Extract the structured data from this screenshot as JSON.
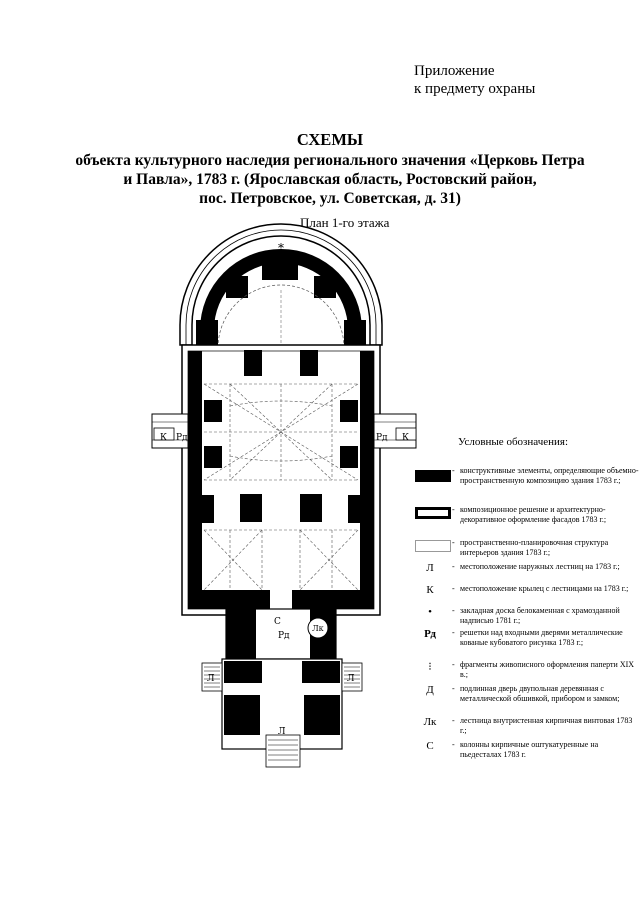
{
  "appendix": {
    "line1": "Приложение",
    "line2": "к предмету охраны"
  },
  "heading": {
    "line1": "СХЕМЫ",
    "line2": "объекта культурного наследия регионального значения «Церковь Петра",
    "line3": "и Павла», 1783 г. (Ярославская область, Ростовский район,",
    "line4": "пос. Петровское, ул. Советская, д. 31)"
  },
  "plan_title": "План 1-го этажа",
  "plan_labels": {
    "K": "К",
    "Rd": "Рд",
    "L": "Л",
    "Lk": "Лк",
    "C": "С",
    "star": "*"
  },
  "legend": {
    "title": "Условные обозначения:",
    "items": [
      {
        "symbol": "",
        "text": "конструктивные элементы, определяющие объемно-пространственную композицию здания 1783 г.;"
      },
      {
        "symbol": "",
        "text": "композиционное решение и архитектурно-декоративное оформление фасадов 1783 г.;"
      },
      {
        "symbol": "",
        "text": "пространственно-планировочная структура интерьеров здания 1783 г.;"
      },
      {
        "symbol": "Л",
        "text": "местоположение наружных лестниц на 1783 г.;"
      },
      {
        "symbol": "К",
        "text": "местоположение крылец с лестницами на 1783 г.;"
      },
      {
        "symbol": "•",
        "text": "закладная доска белокаменная с храмозданной надписью 1781 г.;"
      },
      {
        "symbol": "Рд",
        "text": "решетки над входными дверями металлические кованые кубоватого рисунка 1783 г.;"
      },
      {
        "symbol": "⁝",
        "text": "фрагменты живописного оформления паперти XIX в.;"
      },
      {
        "symbol": "Д",
        "text": "подлинная дверь двупольная деревянная с металлической обшивкой, прибором и замком;"
      },
      {
        "symbol": "Лк",
        "text": "лестница внутристенная кирпичная винтовая 1783 г.;"
      },
      {
        "symbol": "С",
        "text": "колонны кирпичные оштукатуренные на пьедесталах 1783 г."
      }
    ]
  }
}
